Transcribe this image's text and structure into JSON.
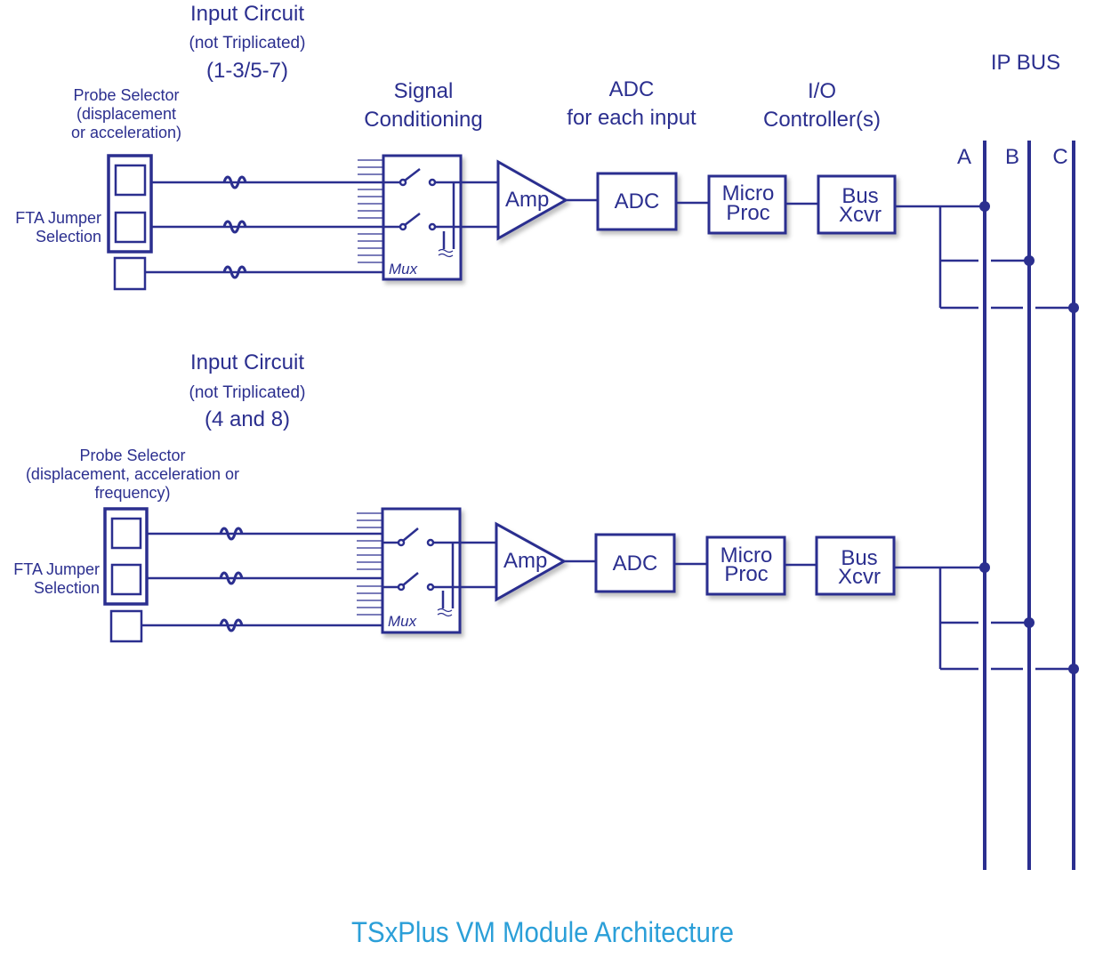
{
  "title": "TSxPlus VM Module Architecture",
  "colors": {
    "ink": "#2b2f8f",
    "title": "#2b9fd8",
    "background": "#ffffff"
  },
  "headers": {
    "signal_conditioning": [
      "Signal",
      "Conditioning"
    ],
    "adc": [
      "ADC",
      "for each input"
    ],
    "io": [
      "I/O",
      "Controller(s)"
    ],
    "ip_bus": "IP BUS"
  },
  "bus_lines": [
    "A",
    "B",
    "C"
  ],
  "circuits": [
    {
      "heading": "Input Circuit",
      "subheading": "(not Triplicated)",
      "channels": "(1-3/5-7)",
      "probe_selector": [
        "Probe Selector",
        "(displacement",
        "or acceleration)"
      ],
      "fta_jumper": [
        "FTA Jumper",
        "Selection"
      ],
      "mux_label": "Mux",
      "amp_label": "Amp",
      "adc_label": "ADC",
      "micro_proc": [
        "Micro",
        "Proc"
      ],
      "bus_xcvr": [
        "Bus",
        "Xcvr"
      ]
    },
    {
      "heading": "Input Circuit",
      "subheading": "(not Triplicated)",
      "channels": "(4 and 8)",
      "probe_selector": [
        "Probe Selector",
        "(displacement, acceleration or",
        "frequency)"
      ],
      "fta_jumper": [
        "FTA Jumper",
        "Selection"
      ],
      "mux_label": "Mux",
      "amp_label": "Amp",
      "adc_label": "ADC",
      "micro_proc": [
        "Micro",
        "Proc"
      ],
      "bus_xcvr": [
        "Bus",
        "Xcvr"
      ]
    }
  ]
}
